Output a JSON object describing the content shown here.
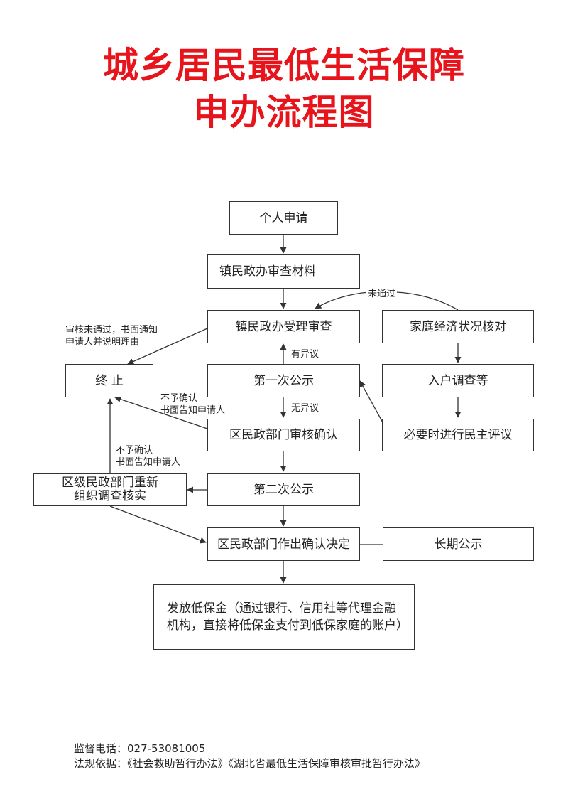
{
  "title": {
    "line1": "城乡居民最低生活保障",
    "line2": "申办流程图"
  },
  "boxes": {
    "apply": "个人申请",
    "town_review_materials": "镇民政办审查材料",
    "town_accept_review": "镇民政办受理审查",
    "family_check": "家庭经济状况核对",
    "terminate": "终 止",
    "first_notice": "第一次公示",
    "household_survey": "入户调查等",
    "district_confirm": "区民政部门审核确认",
    "democratic_review": "必要时进行民主评议",
    "district_recheck_line1": "区级民政部门重新",
    "district_recheck_line2": "组织调查核实",
    "second_notice": "第二次公示",
    "district_decision": "区民政部门作出确认决定",
    "long_term_notice": "长期公示",
    "payout_line1": "发放低保金（通过银行、信用社等代理金融",
    "payout_line2": "机构，直接将低保金支付到低保家庭的账户）"
  },
  "labels": {
    "not_passed": "未通过",
    "review_fail_line1": "审核未通过，书面通知",
    "review_fail_line2": "申请人并说明理由",
    "has_objection": "有异议",
    "no_objection": "无异议",
    "not_confirmed_a_line1": "不予确认",
    "not_confirmed_a_line2": "书面告知申请人",
    "not_confirmed_b_line1": "不予确认",
    "not_confirmed_b_line2": "书面告知申请人"
  },
  "footer": {
    "phone": "监督电话：027-53081005",
    "basis": "法规依据：《社会救助暂行办法》《湖北省最低生活保障审核审批暂行办法》"
  },
  "colors": {
    "title": "#e8141b",
    "line": "#333333"
  }
}
